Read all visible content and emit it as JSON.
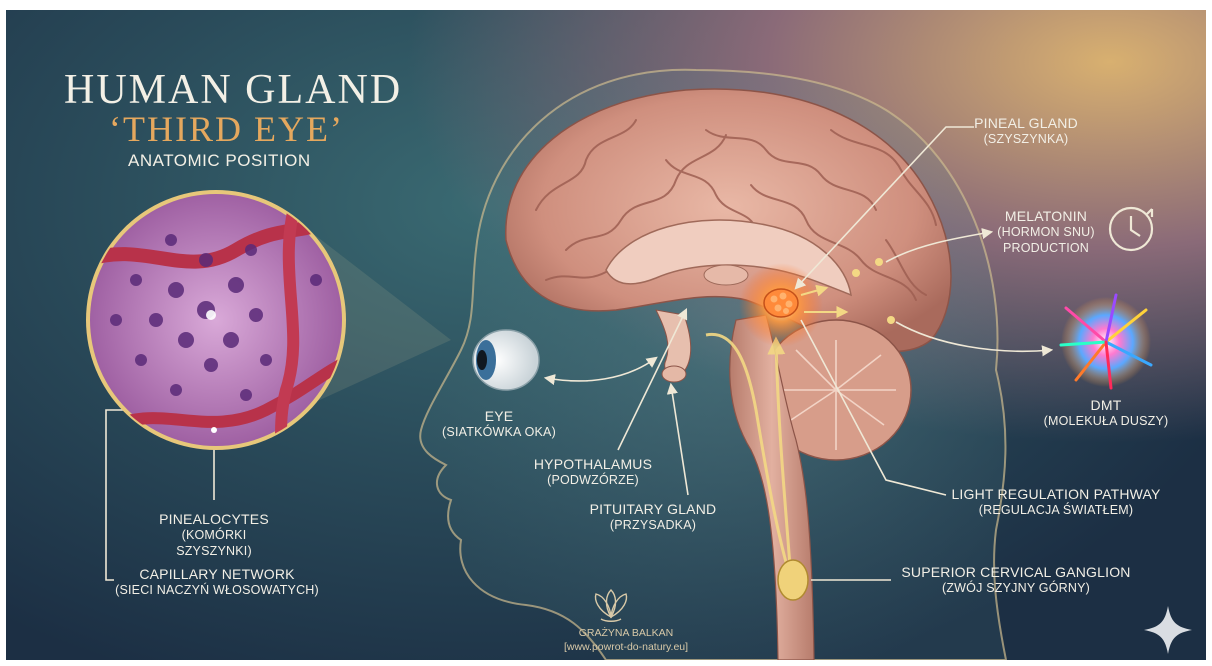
{
  "title": {
    "line1": "HUMAN GLAND",
    "line2": "‘THIRD EYE’",
    "line3": "ANATOMIC POSITION"
  },
  "labels": {
    "pineal": {
      "main": "PINEAL GLAND",
      "sub": "(SZYSZYNKA)"
    },
    "melatonin": {
      "main": "MELATONIN",
      "sub1": "(HORMON SNU)",
      "sub2": "PRODUCTION"
    },
    "dmt": {
      "main": "DMT",
      "sub": "(MOLEKUŁA DUSZY)"
    },
    "light_pathway": {
      "main": "LIGHT REGULATION PATHWAY",
      "sub": "(REGULACJA ŚWIATŁEM)"
    },
    "ganglion": {
      "main": "SUPERIOR CERVICAL GANGLION",
      "sub": "(ZWÓJ SZYJNY GÓRNY)"
    },
    "eye": {
      "main": "EYE",
      "sub": "(SIATKÓWKA OKA)"
    },
    "hypothalamus": {
      "main": "HYPOTHALAMUS",
      "sub": "(PODWZÓRZE)"
    },
    "pituitary": {
      "main": "PITUITARY GLAND",
      "sub": "(PRZYSADKA)"
    },
    "pinealocytes": {
      "main": "PINEALOCYTES",
      "sub": "(KOMÓRKI SZYSZYNKI)"
    },
    "capillary": {
      "main": "CAPILLARY NETWORK",
      "sub": "(SIECI NACZYŃ WŁOSOWATYCH)"
    }
  },
  "credit": {
    "name": "GRAŻYNA BALKAN",
    "url": "[www.powrot-do-natury.eu]"
  },
  "icons": {
    "clock": "clock-icon",
    "burst": "starburst-icon",
    "lotus": "lotus-logo-icon",
    "sparkle": "sparkle-icon"
  },
  "colors": {
    "accent_gold": "#e5a85e",
    "text": "#f2efe6",
    "brain": "#d9a08f",
    "pineal_glow": "#ff8a3a"
  }
}
